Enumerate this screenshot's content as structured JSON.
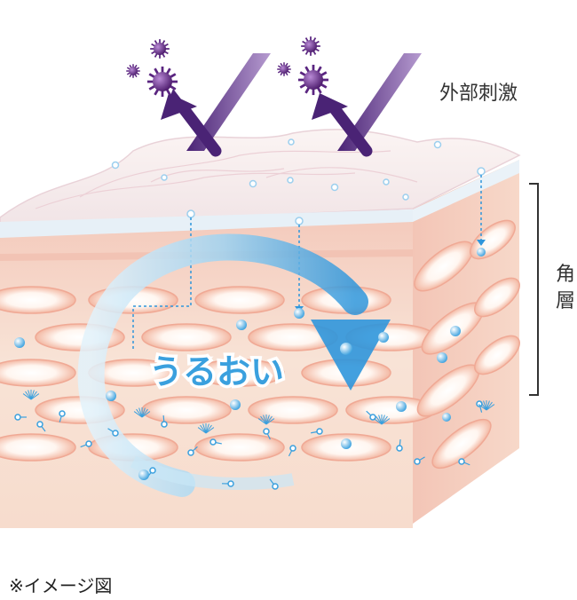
{
  "labels": {
    "external_stimulus": "外部刺激",
    "stratum_corneum_1": "角",
    "stratum_corneum_2": "層",
    "moisture": "うるおい",
    "note": "※イメージ図"
  },
  "colors": {
    "skin_top": "#f5d8ce",
    "skin_mid": "#f3c9bb",
    "skin_deep": "#f6e2d6",
    "barrier": "#e7f0f7",
    "moisture_arrow": "#3aa0de",
    "moisture_dot": "#4fb3e6",
    "stimulus": "#6a2a8c",
    "arrow_purple": "#6a3b96",
    "bracket": "#333333"
  },
  "icons": [
    "virus-icon",
    "rebound-arrow-icon",
    "moisture-droplet-icon",
    "circular-arrow-icon"
  ]
}
